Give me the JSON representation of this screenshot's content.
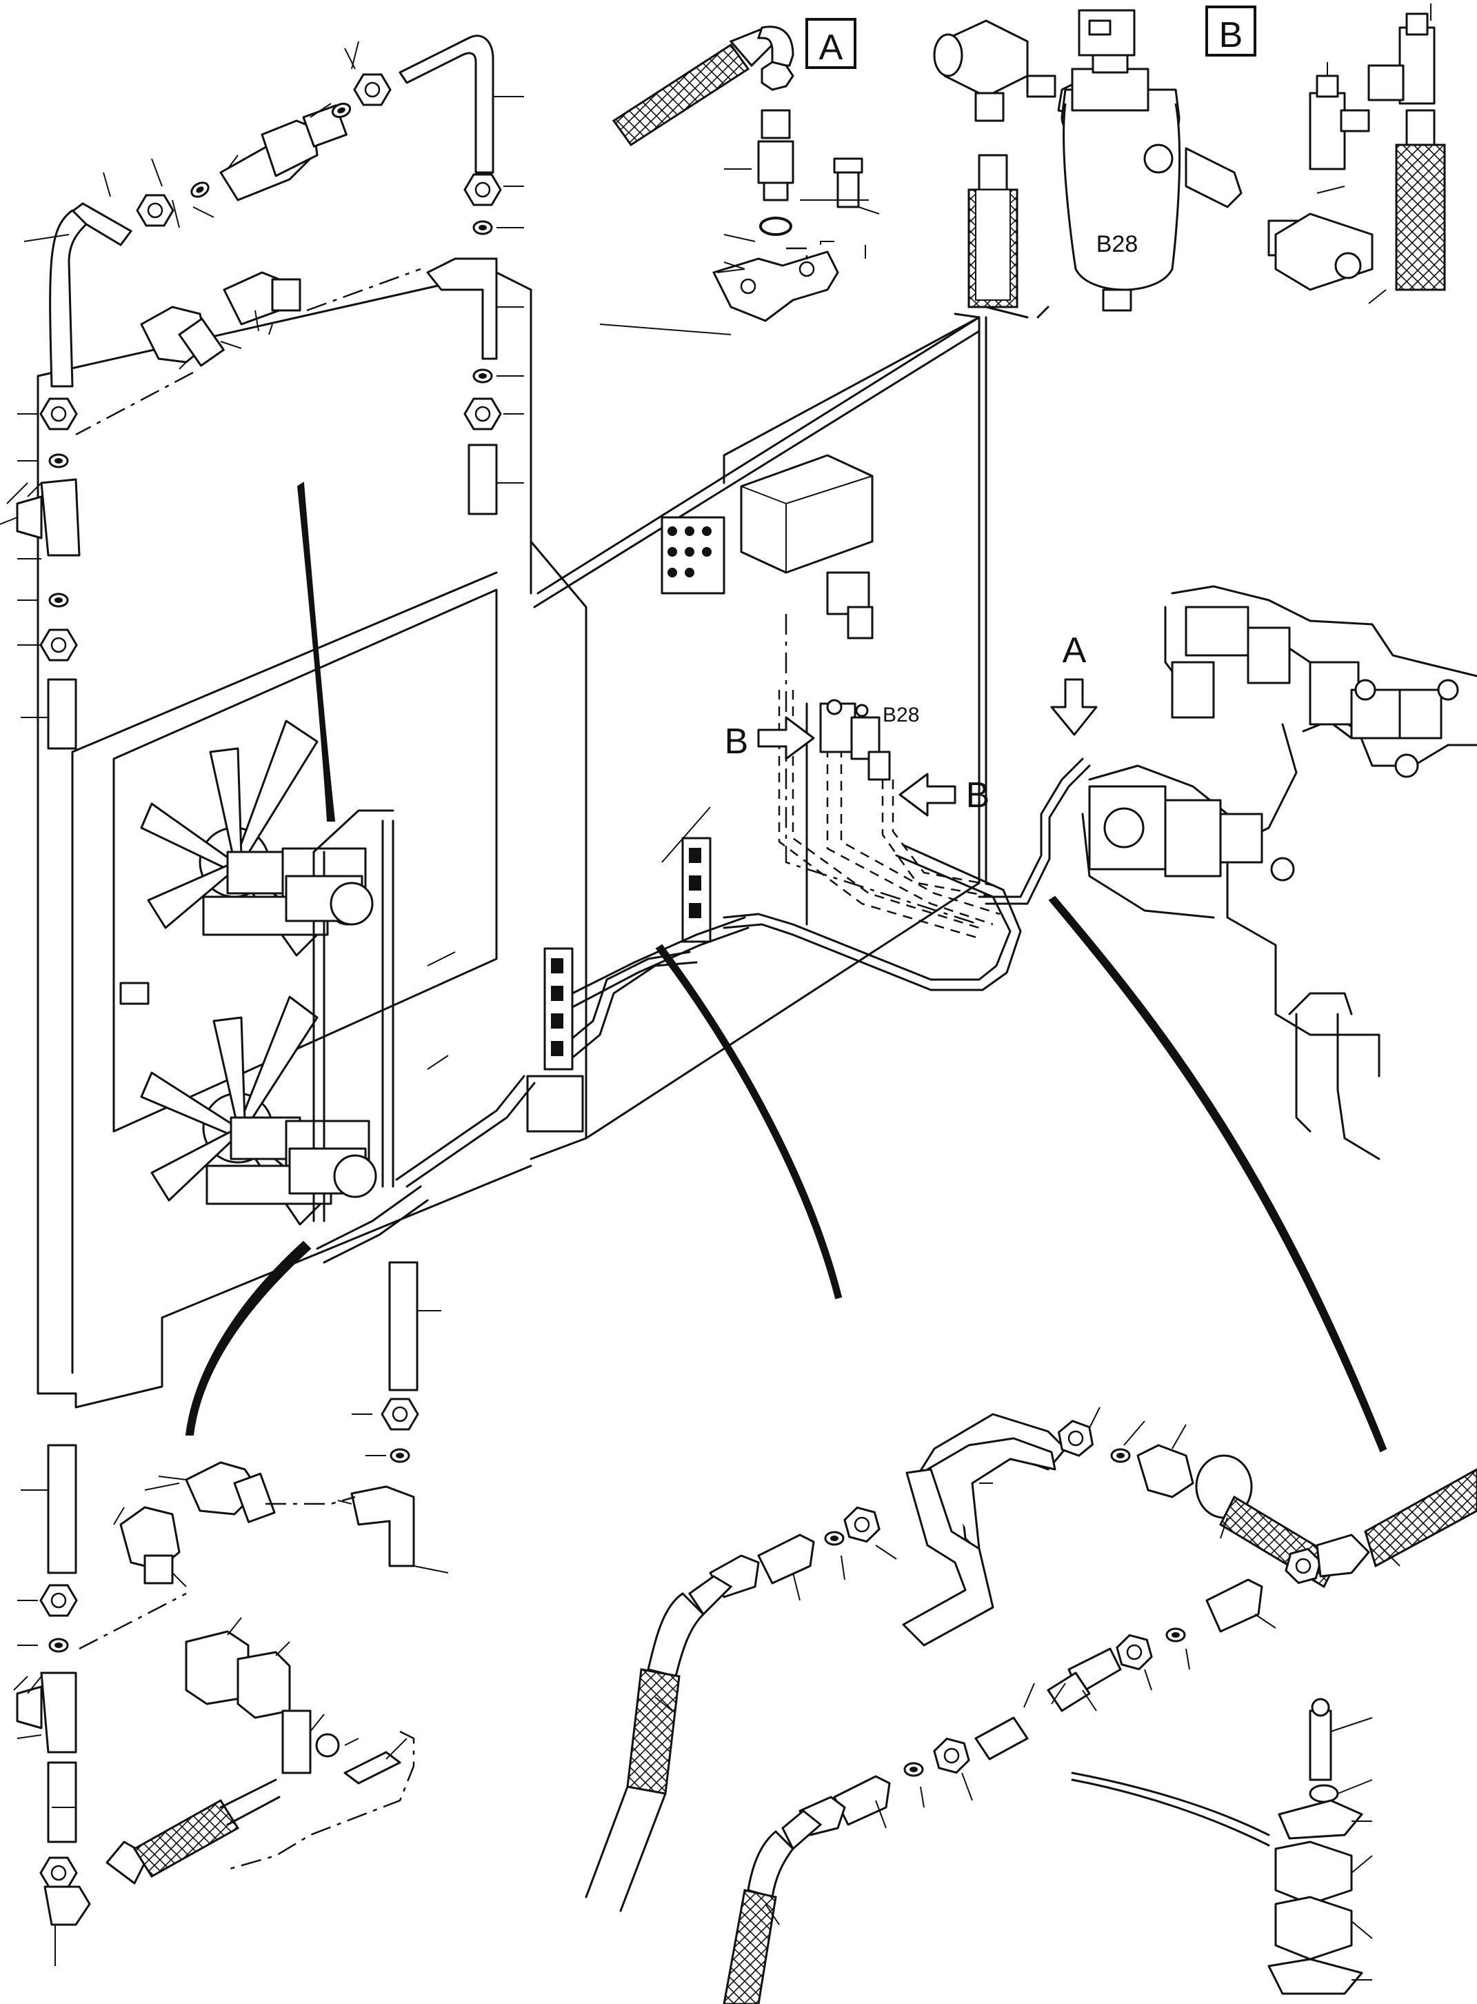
{
  "labels": {
    "box_a": "A",
    "box_b": "B",
    "component_b28_detail": "B28",
    "component_b28_main": "B28",
    "arrow_a": "A",
    "arrow_b_left": "B",
    "arrow_b_right": "B"
  }
}
